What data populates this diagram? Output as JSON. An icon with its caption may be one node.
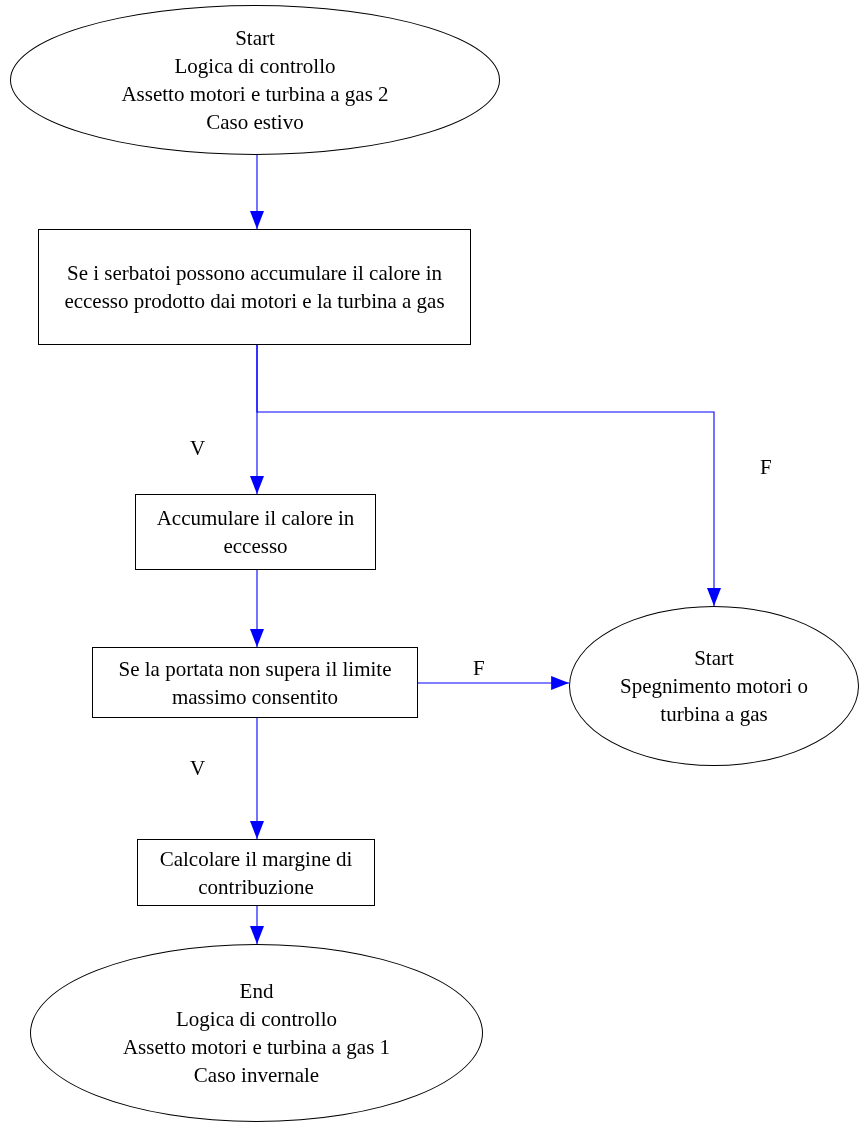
{
  "diagram": {
    "nodes": [
      {
        "text": [
          "Start",
          "Logica di controllo",
          "Assetto motori e turbina a gas 2",
          "Caso estivo"
        ]
      },
      {
        "text": [
          "Se i serbatoi possono accumulare il calore in eccesso prodotto dai motori e la turbina a gas"
        ]
      },
      {
        "text": [
          "Accumulare il calore in eccesso"
        ]
      },
      {
        "text": [
          "Se la portata non supera il limite massimo consentito"
        ]
      },
      {
        "text": [
          "Start",
          "Spegnimento motori o turbina a gas"
        ]
      },
      {
        "text": [
          "Calcolare il margine di contribuzione"
        ]
      },
      {
        "text": [
          "End",
          "Logica di controllo",
          "Assetto motori e turbina a gas 1",
          "Caso invernale"
        ]
      }
    ],
    "edges": [
      {
        "from": 0,
        "to": 1,
        "arrow": "to",
        "color": "#0000ff"
      },
      {
        "from": 1,
        "to": 2,
        "arrow": "to",
        "label": "V",
        "color": "#0000ff"
      },
      {
        "from": 1,
        "to": 4,
        "arrow": "to",
        "label": "F",
        "color": "#0000ff"
      },
      {
        "from": 2,
        "to": 3,
        "arrow": "to",
        "color": "#0000ff"
      },
      {
        "from": 3,
        "to": 4,
        "arrow": "to",
        "label": "F",
        "color": "#0000ff"
      },
      {
        "from": 3,
        "to": 5,
        "arrow": "to",
        "label": "V",
        "color": "#0000ff"
      },
      {
        "from": 5,
        "to": 6,
        "arrow": "to",
        "color": "#0000ff"
      }
    ]
  }
}
